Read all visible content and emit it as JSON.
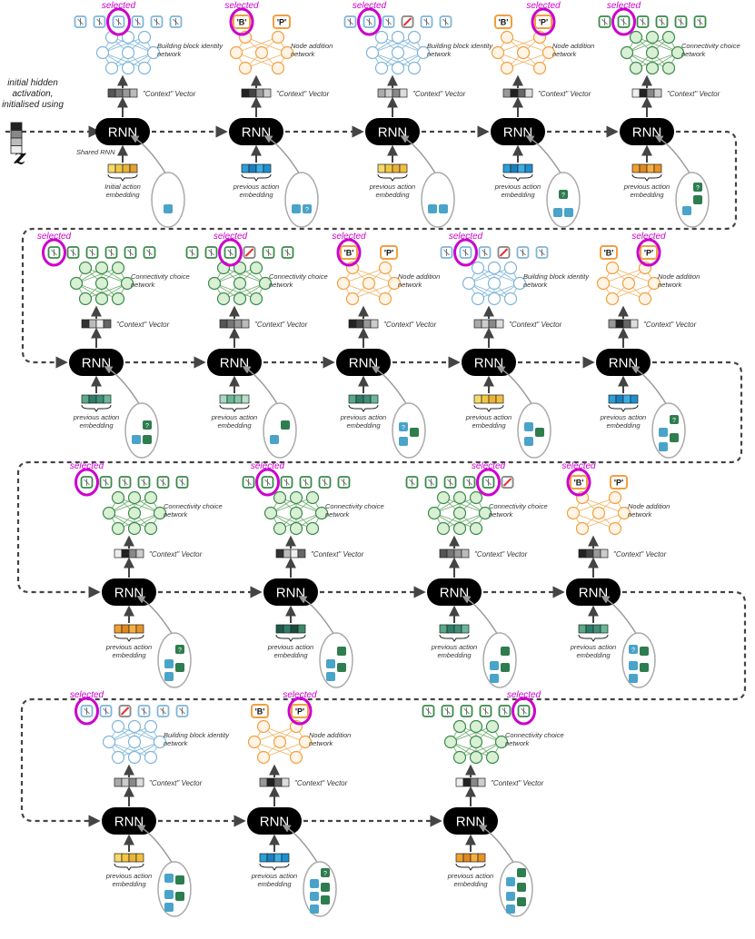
{
  "labels": {
    "rnn": "RNN",
    "selected": "selected",
    "context_vector": "\"Context\" Vector",
    "shared_rnn": "Shared RNN",
    "initial_action_embedding": "Initial action embedding",
    "previous_action_embedding": "previous action embedding",
    "initial_hidden_line1": "initial hidden",
    "initial_hidden_line2": "activation,",
    "initial_hidden_line3": "initialised using",
    "z_symbol": "z",
    "bb_line1": "Building block identity",
    "bb_line2": "network",
    "na_line1": "Node addition",
    "na_line2": "network",
    "cc_line1": "Connectivity choice",
    "cc_line2": "network",
    "option_B": "'B'",
    "option_P": "'P'",
    "unknown": "?"
  },
  "colors": {
    "building_block_network": "#7fb5d8",
    "node_addition_network": "#f0a040",
    "connectivity_network": "#3a8a4a",
    "selected_ring": "#cc00cc",
    "rnn_fill": "#000000",
    "dashed_flow": "#444444",
    "blue_node": "#4aa3c8",
    "green_node": "#2e7d4f"
  },
  "steps": [
    {
      "network": "bb",
      "selected": "bb-3",
      "embedding": "initial",
      "graph": "1b"
    },
    {
      "network": "na",
      "selected": "B",
      "embedding": "blue",
      "graph": "1b+2q"
    },
    {
      "network": "bb",
      "selected": "bb-2",
      "embedding": "yellow",
      "graph": "2b"
    },
    {
      "network": "na",
      "selected": "P",
      "embedding": "blue",
      "graph": "2b+1g?"
    },
    {
      "network": "cc",
      "selected": "cc-2",
      "embedding": "orange",
      "graph": "2b-g?"
    },
    {
      "network": "cc",
      "selected": "cc-1",
      "embedding": "teal",
      "graph": "b-g?"
    },
    {
      "network": "cc",
      "selected": "cc-3",
      "embedding": "teal-light",
      "graph": "b-g"
    },
    {
      "network": "na",
      "selected": "B",
      "embedding": "teal",
      "graph": "?b-g"
    },
    {
      "network": "bb",
      "selected": "bb-2",
      "embedding": "yellow",
      "graph": "2b-g"
    },
    {
      "network": "na",
      "selected": "P",
      "embedding": "blue",
      "graph": "2b-g-g?"
    },
    {
      "network": "cc",
      "selected": "cc-1",
      "embedding": "orange",
      "graph": "3row"
    },
    {
      "network": "cc",
      "selected": "cc-2",
      "embedding": "darkteal",
      "graph": "3row-b"
    },
    {
      "network": "cc",
      "selected": "cc-5",
      "embedding": "teal",
      "graph": "3row-c"
    },
    {
      "network": "na",
      "selected": "B",
      "embedding": "teal",
      "graph": "3row-?"
    },
    {
      "network": "bb",
      "selected": "bb-1",
      "embedding": "yellow",
      "graph": "4row"
    },
    {
      "network": "na",
      "selected": "P",
      "embedding": "blue",
      "graph": "4row-g?"
    },
    {
      "network": "cc",
      "selected": "cc-8",
      "embedding": "orange",
      "graph": "5row"
    }
  ]
}
